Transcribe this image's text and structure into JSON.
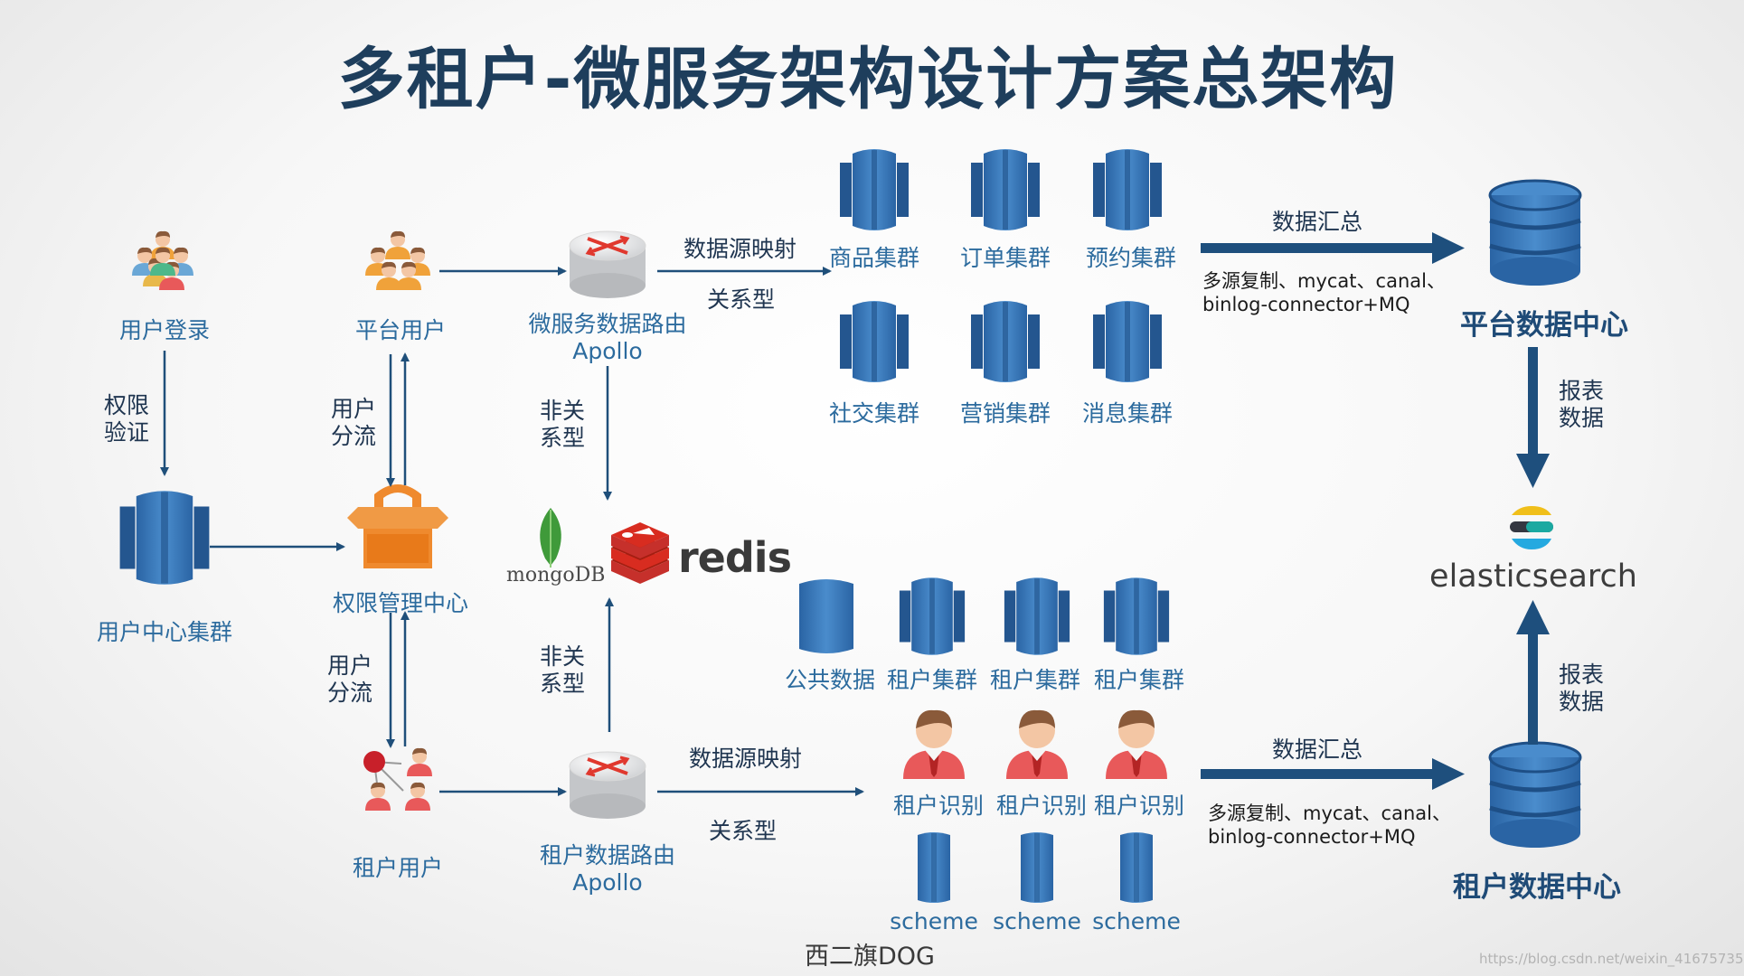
{
  "title": "多租户-微服务架构设计方案总架构",
  "left": {
    "user_login": "用户登录",
    "auth_verify": "权限\n验证",
    "user_center_cluster": "用户中心集群",
    "platform_user": "平台用户",
    "user_split_top": "用户\n分流",
    "auth_center": "权限管理中心",
    "user_split_bottom": "用户\n分流",
    "tenant_user": "租户用户"
  },
  "routers": {
    "top_name": "微服务数据路由\nApollo",
    "bottom_name": "租户数据路由\nApollo",
    "nonrel_top": "非关\n系型",
    "nonrel_bottom": "非关\n系型"
  },
  "top_flow": {
    "mapping": "数据源映射",
    "relational": "关系型",
    "clusters": [
      "商品集群",
      "订单集群",
      "预约集群",
      "社交集群",
      "营销集群",
      "消息集群"
    ]
  },
  "bottom_flow": {
    "mapping": "数据源映射",
    "relational": "关系型",
    "clusters": [
      "公共数据",
      "租户集群",
      "租户集群",
      "租户集群"
    ],
    "identify": [
      "租户识别",
      "租户识别",
      "租户识别"
    ],
    "schemes": [
      "scheme",
      "scheme",
      "scheme"
    ]
  },
  "stores": {
    "mongo": "mongoDB",
    "redis": "redis"
  },
  "right": {
    "agg_top": "数据汇总",
    "agg_top_desc": "多源复制、mycat、canal、\nbinlog-connector+MQ",
    "platform_dc": "平台数据中心",
    "report_top": "报表\n数据",
    "elasticsearch": "elasticsearch",
    "report_bottom": "报表\n数据",
    "agg_bottom": "数据汇总",
    "agg_bottom_desc": "多源复制、mycat、canal、\nbinlog-connector+MQ",
    "tenant_dc": "租户数据中心"
  },
  "author": "西二旗DOG",
  "watermark": "https://blog.csdn.net/weixin_41675735",
  "colors": {
    "db_blue": "#3a78b8",
    "db_dark": "#1e4f86",
    "arrow": "#1f4f7a",
    "title": "#1e3e5c",
    "user_red": "#e65a5a",
    "lock_orange": "#ef8a2e"
  },
  "icons": [
    "people-group-icon",
    "router-icon",
    "database-cluster-icon",
    "lock-icon",
    "tenant-user-icon",
    "mongodb-leaf-icon",
    "redis-logo-icon",
    "elasticsearch-icon"
  ]
}
